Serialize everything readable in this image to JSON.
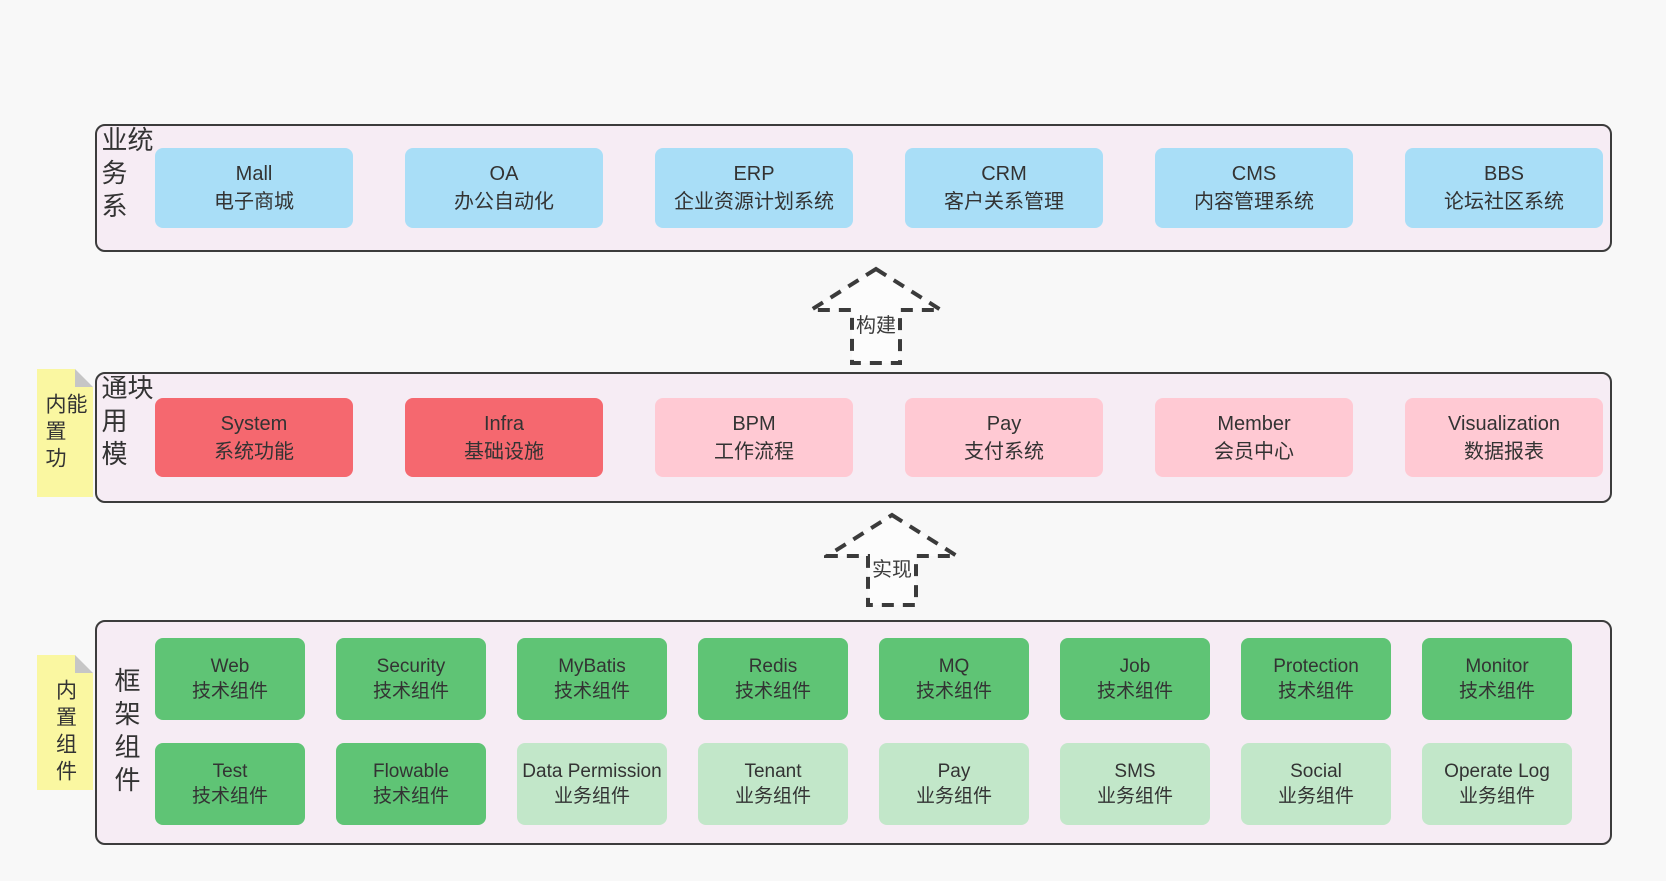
{
  "diagram": {
    "layers": [
      {
        "id": "business-systems",
        "label": "业务系统",
        "note": "",
        "boxes": [
          {
            "title": "Mall",
            "subtitle": "电子商城",
            "variant": "blue"
          },
          {
            "title": "OA",
            "subtitle": "办公自动化",
            "variant": "blue"
          },
          {
            "title": "ERP",
            "subtitle": "企业资源计划系统",
            "variant": "blue"
          },
          {
            "title": "CRM",
            "subtitle": "客户关系管理",
            "variant": "blue"
          },
          {
            "title": "CMS",
            "subtitle": "内容管理系统",
            "variant": "blue"
          },
          {
            "title": "BBS",
            "subtitle": "论坛社区系统",
            "variant": "blue"
          }
        ]
      },
      {
        "id": "common-modules",
        "label": "通用模块",
        "note": "内置功能",
        "boxes": [
          {
            "title": "System",
            "subtitle": "系统功能",
            "variant": "red"
          },
          {
            "title": "Infra",
            "subtitle": "基础设施",
            "variant": "red"
          },
          {
            "title": "BPM",
            "subtitle": "工作流程",
            "variant": "pink"
          },
          {
            "title": "Pay",
            "subtitle": "支付系统",
            "variant": "pink"
          },
          {
            "title": "Member",
            "subtitle": "会员中心",
            "variant": "pink"
          },
          {
            "title": "Visualization",
            "subtitle": "数据报表",
            "variant": "pink"
          }
        ]
      },
      {
        "id": "framework-components",
        "label": "框架组件",
        "note": "内置组件",
        "boxes": [
          {
            "title": "Web",
            "subtitle": "技术组件",
            "variant": "green"
          },
          {
            "title": "Security",
            "subtitle": "技术组件",
            "variant": "green"
          },
          {
            "title": "MyBatis",
            "subtitle": "技术组件",
            "variant": "green"
          },
          {
            "title": "Redis",
            "subtitle": "技术组件",
            "variant": "green"
          },
          {
            "title": "MQ",
            "subtitle": "技术组件",
            "variant": "green"
          },
          {
            "title": "Job",
            "subtitle": "技术组件",
            "variant": "green"
          },
          {
            "title": "Protection",
            "subtitle": "技术组件",
            "variant": "green"
          },
          {
            "title": "Monitor",
            "subtitle": "技术组件",
            "variant": "green"
          },
          {
            "title": "Test",
            "subtitle": "技术组件",
            "variant": "green"
          },
          {
            "title": "Flowable",
            "subtitle": "技术组件",
            "variant": "green"
          },
          {
            "title": "Data Permission",
            "subtitle": "业务组件",
            "variant": "lightgreen"
          },
          {
            "title": "Tenant",
            "subtitle": "业务组件",
            "variant": "lightgreen"
          },
          {
            "title": "Pay",
            "subtitle": "业务组件",
            "variant": "lightgreen"
          },
          {
            "title": "SMS",
            "subtitle": "业务组件",
            "variant": "lightgreen"
          },
          {
            "title": "Social",
            "subtitle": "业务组件",
            "variant": "lightgreen"
          },
          {
            "title": "Operate Log",
            "subtitle": "业务组件",
            "variant": "lightgreen"
          }
        ]
      }
    ],
    "arrows": [
      {
        "id": "build",
        "label": "构建"
      },
      {
        "id": "implement",
        "label": "实现"
      }
    ],
    "colors": {
      "page_bg": "#f8f8f8",
      "layer_bg": "#f6ecf4",
      "layer_border": "#3c3c3c",
      "blue_box": "#a9def7",
      "red_box": "#f5686f",
      "pink_box": "#ffc9d3",
      "green_box": "#5fc475",
      "light_green_box": "#c2e7c9",
      "note_yellow": "#faf7a1",
      "note_fold_gray": "#c6c6c6",
      "text": "#333333"
    }
  }
}
